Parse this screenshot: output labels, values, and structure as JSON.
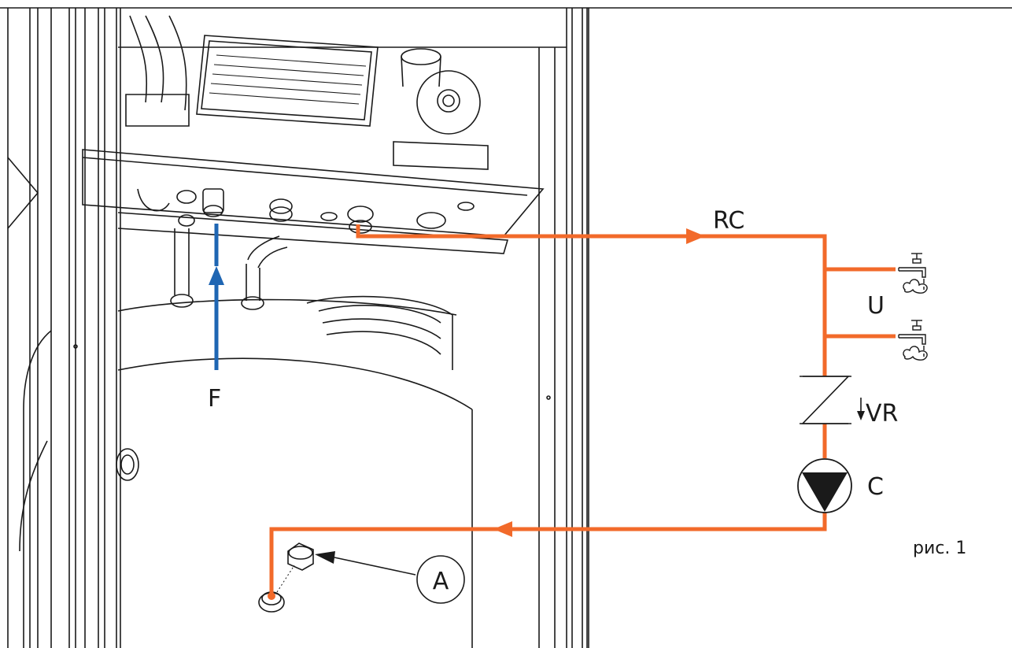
{
  "labels": {
    "recirculation": "RC",
    "cold_inlet": "F",
    "users": "U",
    "check_valve": "VR",
    "pump": "C",
    "connection": "A",
    "figure": "рис. 1"
  },
  "colors": {
    "recirculation_line": "#f26a2a",
    "cold_water_line": "#1f66b3",
    "drawing_line": "#1a1a1a",
    "background": "#ffffff"
  },
  "icons": [
    "faucet-icon",
    "faucet-icon"
  ]
}
